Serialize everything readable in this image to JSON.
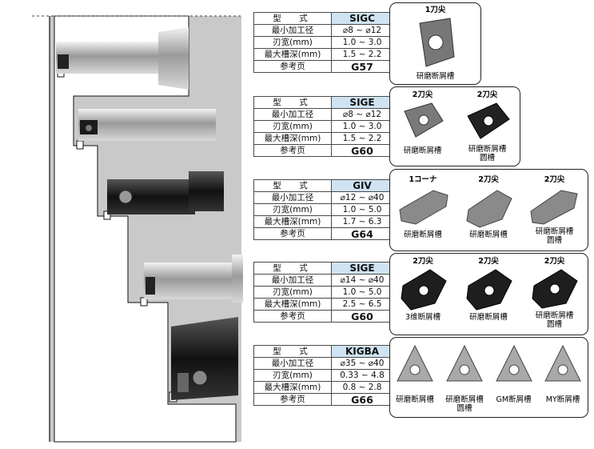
{
  "labels": {
    "model": "型　式",
    "min_bore": "最小加工径",
    "width": "刃宽(mm)",
    "max_depth": "最大槽深(mm)",
    "page": "参考页"
  },
  "series": [
    {
      "model": "SIGC",
      "min_bore": "⌀8 ~ ⌀12",
      "width": "1.0 ~ 3.0",
      "max_depth": "1.5 ~ 2.2",
      "page": "G57",
      "inserts": [
        {
          "tag": "1刀尖",
          "cap": "研磨断屑槽"
        }
      ]
    },
    {
      "model": "SIGE",
      "min_bore": "⌀8 ~ ⌀12",
      "width": "1.0 ~ 3.0",
      "max_depth": "1.5 ~ 2.2",
      "page": "G60",
      "inserts": [
        {
          "tag": "2刀尖",
          "cap": "研磨断屑槽"
        },
        {
          "tag": "2刀尖",
          "cap": "研磨断屑槽\n圆槽"
        }
      ]
    },
    {
      "model": "GIV",
      "min_bore": "⌀12 ~ ⌀40",
      "width": "1.0 ~ 5.0",
      "max_depth": "1.7 ~ 6.3",
      "page": "G64",
      "inserts": [
        {
          "tag": "1コーナ",
          "cap": "研磨断屑槽"
        },
        {
          "tag": "2刀尖",
          "cap": "研磨断屑槽"
        },
        {
          "tag": "2刀尖",
          "cap": "研磨断屑槽\n圆槽"
        }
      ]
    },
    {
      "model": "SIGE",
      "min_bore": "⌀14 ~ ⌀40",
      "width": "1.0 ~ 5.0",
      "max_depth": "2.5 ~ 6.5",
      "page": "G60",
      "inserts": [
        {
          "tag": "2刀尖",
          "cap": "3维断屑槽"
        },
        {
          "tag": "2刀尖",
          "cap": "研磨断屑槽"
        },
        {
          "tag": "2刀尖",
          "cap": "研磨断屑槽\n圆槽"
        }
      ]
    },
    {
      "model": "KIGBA",
      "min_bore": "⌀35 ~ ⌀40",
      "width": "0.33 ~ 4.8",
      "max_depth": "0.8 ~ 2.8",
      "page": "G66",
      "inserts": [
        {
          "tag": "",
          "cap": "研磨断屑槽"
        },
        {
          "tag": "",
          "cap": "研磨断屑槽\n圆槽"
        },
        {
          "tag": "",
          "cap": "GM断屑槽"
        },
        {
          "tag": "",
          "cap": "MY断屑槽"
        }
      ]
    }
  ],
  "colors": {
    "header_fill": "#cfe3f2",
    "border": "#222222"
  }
}
